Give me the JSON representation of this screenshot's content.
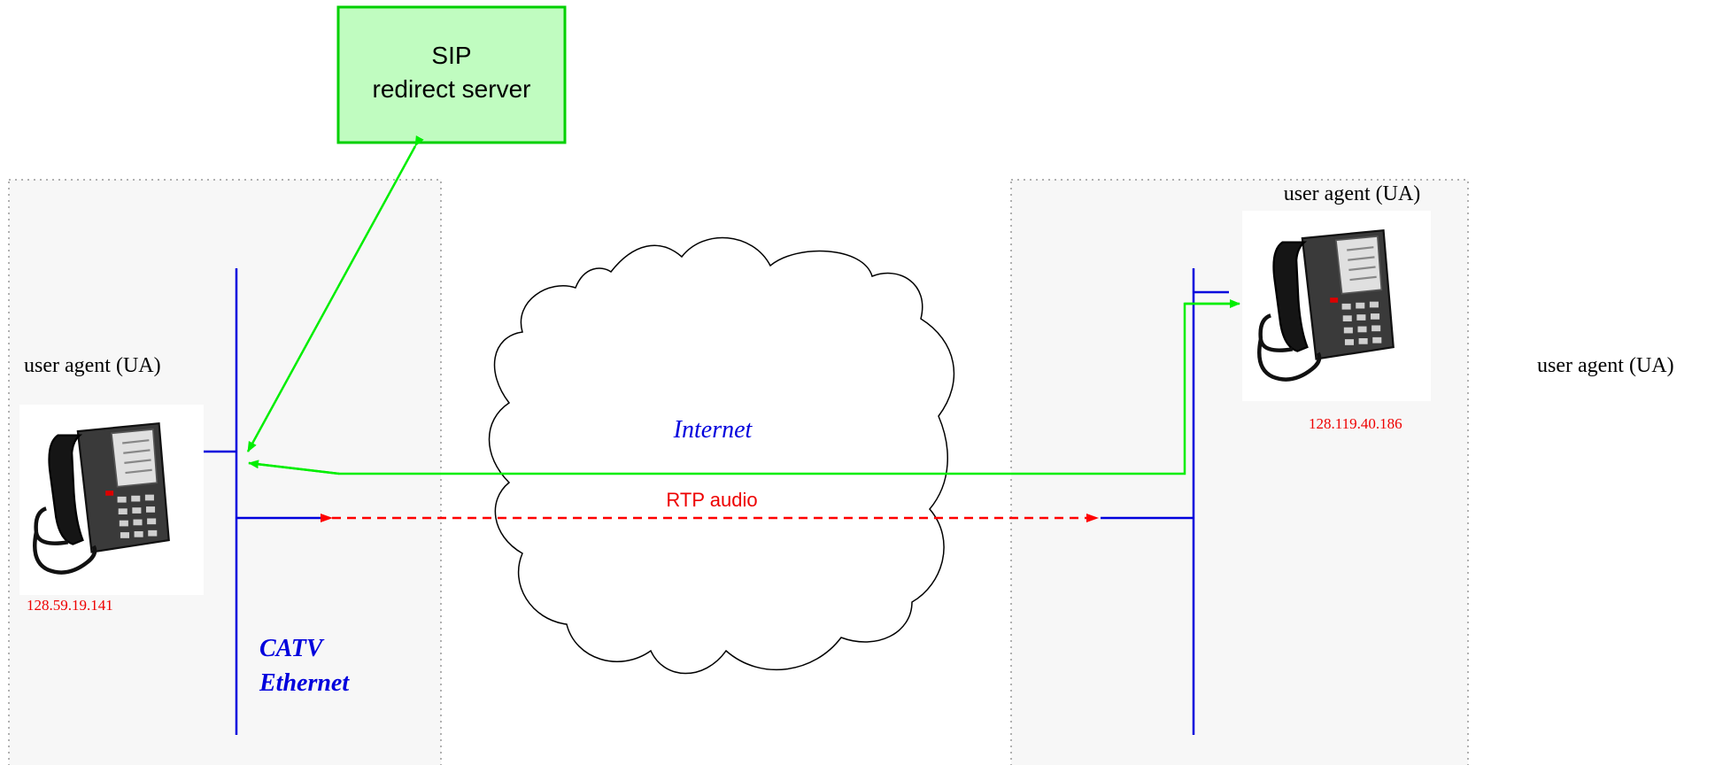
{
  "server": {
    "line1": "SIP",
    "line2": "redirect server"
  },
  "left_site": {
    "ua_label": "user agent (UA)",
    "ip": "128.59.19.141",
    "network_line1": "CATV",
    "network_line2": "Ethernet"
  },
  "right_site": {
    "ua_label_top": "user agent (UA)",
    "ua_label_far": "user agent (UA)",
    "ip": "128.119.40.186"
  },
  "cloud": {
    "label": "Internet"
  },
  "rtp": {
    "label": "RTP audio"
  },
  "colors": {
    "server_fill": "#c0fcc0",
    "server_border": "#00d000",
    "signal": "#00ee00",
    "rtp": "#ff0000",
    "ethernet": "#0000dd",
    "ip_text": "#ee0000",
    "site_fill": "#f7f7f7",
    "site_border": "#999999"
  },
  "icons": {
    "phone": "desk-phone-icon",
    "cloud": "cloud-shape"
  }
}
